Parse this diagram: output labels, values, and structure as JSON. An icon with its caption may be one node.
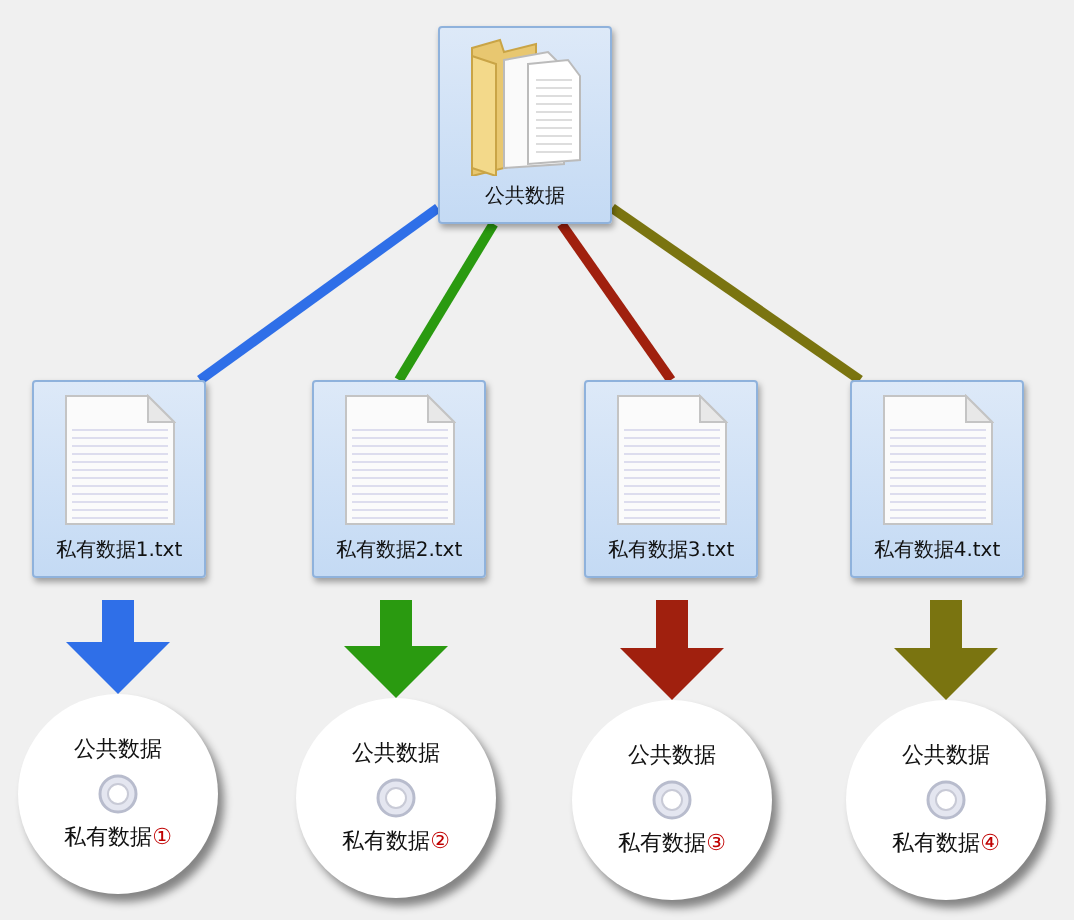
{
  "diagram": {
    "nodes": [
      {
        "text": [
          "公共数据"
        ]
      },
      {
        "text": [
          "私有数据1.txt"
        ]
      },
      {
        "text": [
          "私有数据2.txt"
        ]
      },
      {
        "text": [
          "私有数据3.txt"
        ]
      },
      {
        "text": [
          "私有数据4.txt"
        ]
      },
      {
        "text": [
          "公共数据",
          "私有数据①"
        ]
      },
      {
        "text": [
          "公共数据",
          "私有数据②"
        ]
      },
      {
        "text": [
          "公共数据",
          "私有数据③"
        ]
      },
      {
        "text": [
          "公共数据",
          "私有数据④"
        ]
      }
    ],
    "edges": [
      {
        "from": 0,
        "to": 1,
        "arrow": "none",
        "color": "#2f6fe8"
      },
      {
        "from": 0,
        "to": 2,
        "arrow": "none",
        "color": "#2a9a10"
      },
      {
        "from": 0,
        "to": 3,
        "arrow": "none",
        "color": "#a0200e"
      },
      {
        "from": 0,
        "to": 4,
        "arrow": "none",
        "color": "#7a7410"
      },
      {
        "from": 1,
        "to": 5,
        "arrow": "to",
        "style": "thick",
        "color": "#2f6fe8"
      },
      {
        "from": 2,
        "to": 6,
        "arrow": "to",
        "style": "thick",
        "color": "#2a9a10"
      },
      {
        "from": 3,
        "to": 7,
        "arrow": "to",
        "style": "thick",
        "color": "#a0200e"
      },
      {
        "from": 4,
        "to": 8,
        "arrow": "to",
        "style": "thick",
        "color": "#7a7410"
      }
    ]
  }
}
